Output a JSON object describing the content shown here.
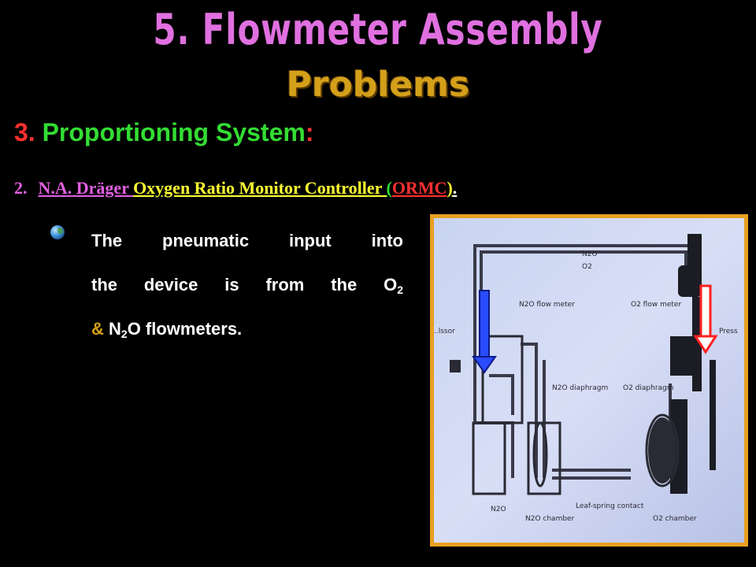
{
  "title": "5. Flowmeter Assembly",
  "subtitle": "Problems",
  "section": {
    "number": "3.",
    "label": "Proportioning System",
    "colon": ":"
  },
  "item": {
    "number": "2.",
    "part_a": "N.A. Dräger ",
    "part_b": "Oxygen Ratio Monitor Controller ",
    "paren_open": "(",
    "abbrev": "ORMC",
    "paren_close": ")",
    "dot": "."
  },
  "bullet_text": {
    "line1": "The pneumatic input into",
    "line2_a": "the device is from the O",
    "line2_sub": "2",
    "amp": "&",
    "line3_a": " N",
    "line3_sub": "2",
    "line3_b": "O flowmeters."
  },
  "diagram_labels": {
    "legend_n2o": "N2O",
    "legend_o2": "O2",
    "n2o_flow": "N2O flow meter",
    "o2_flow": "O2 flow meter",
    "n2o_diaphragm": "N2O diaphragm",
    "o2_diaphragm": "O2 diaphragm",
    "leaf_spring": "Leaf-spring contact",
    "n2o_bottom": "N2O",
    "n2o_chamber": "N2O chamber",
    "o2_chamber": "O2 chamber",
    "left_label": "..lssor",
    "right_label": "Press"
  },
  "colors": {
    "arrow_blue": "#2a4cff",
    "arrow_red": "#ff2020",
    "frame": "#e8a020"
  }
}
